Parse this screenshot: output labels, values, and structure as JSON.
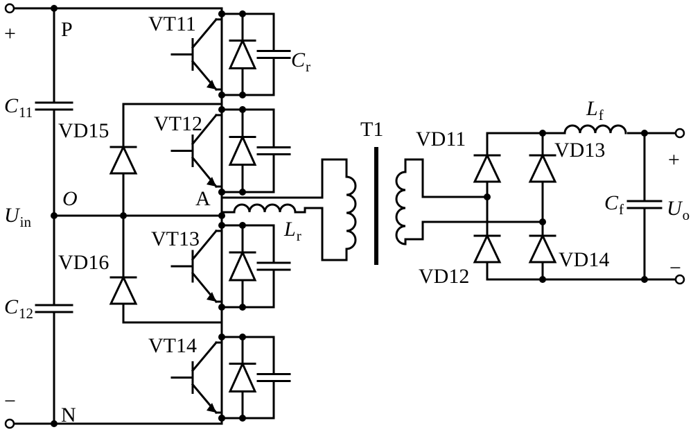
{
  "labels": {
    "plus_in": "+",
    "minus_in": "−",
    "node_p": "P",
    "node_n": "N",
    "node_o": "O",
    "node_a": "A",
    "vin_main": "U",
    "vin_sub": "in",
    "c11_main": "C",
    "c11_sub": "11",
    "c12_main": "C",
    "c12_sub": "12",
    "vd15": "VD15",
    "vd16": "VD16",
    "vt11": "VT11",
    "vt12": "VT12",
    "vt13": "VT13",
    "vt14": "VT14",
    "cr_main": "C",
    "cr_sub": "r",
    "lr_main": "L",
    "lr_sub": "r",
    "t1": "T1",
    "vd11": "VD11",
    "vd12": "VD12",
    "vd13": "VD13",
    "vd14": "VD14",
    "lf_main": "L",
    "lf_sub": "f",
    "cf_main": "C",
    "cf_sub": "f",
    "vo_main": "U",
    "vo_sub": "o",
    "plus_out": "+",
    "minus_out": "−"
  }
}
